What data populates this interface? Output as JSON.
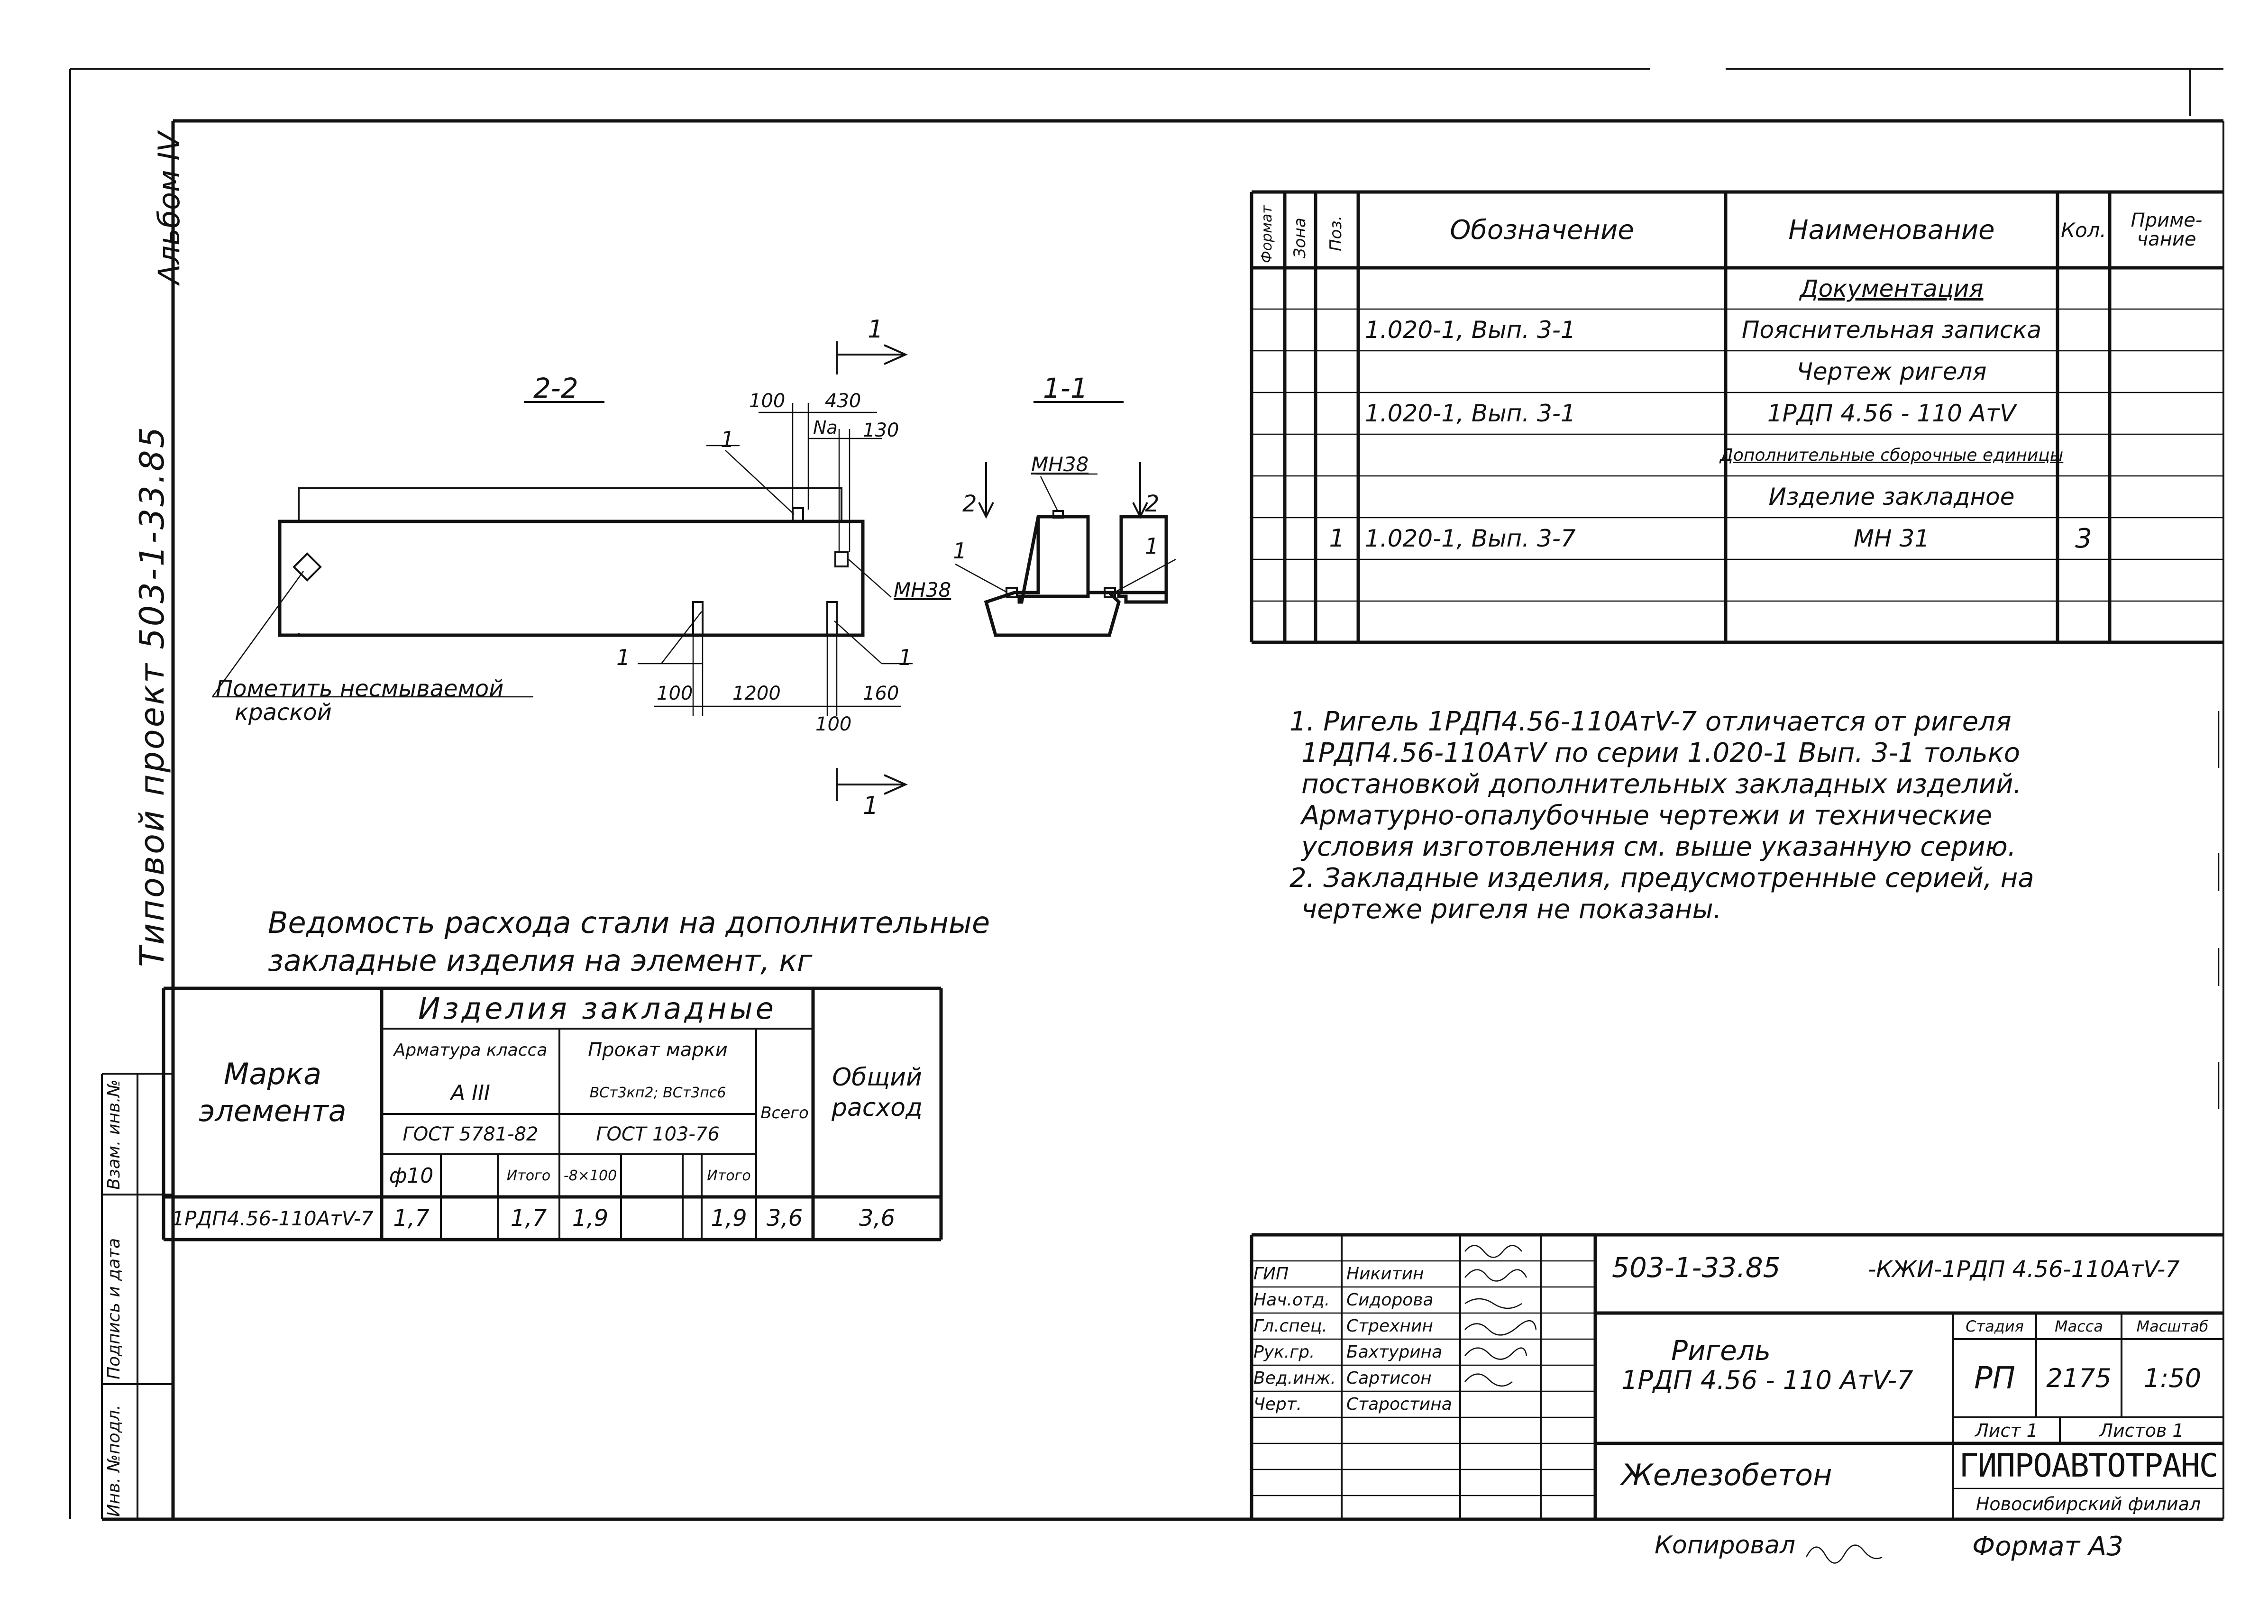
{
  "margin": {
    "album": "Альбом IV",
    "project": "Типовой проект 503-1-33.85",
    "inv_podl": "Инв. №подл.",
    "podpis_data": "Подпись и дата",
    "vzam_inv": "Взам. инв.№"
  },
  "drawing": {
    "section_2_2": "2-2",
    "section_1_1": "1-1",
    "cut_mark_1_top": "1",
    "cut_mark_1_bottom": "1",
    "cut_mark_2_left": "2",
    "cut_mark_2_right": "2",
    "pos_1_a": "1",
    "pos_1_b": "1",
    "pos_1_c": "1",
    "pos_1_d": "1",
    "pos_1_e": "1",
    "dim_100_top": "100",
    "dim_430": "430",
    "dim_na": "Na",
    "dim_130": "130",
    "dim_100_bl": "100",
    "dim_1200": "1200",
    "dim_160": "160",
    "dim_100_br": "100",
    "mh38_a": "МН38",
    "mh38_b": "МН38",
    "note_paint_1": "Пометить несмываемой",
    "note_paint_2": "краской"
  },
  "spec": {
    "headers": {
      "format": "Формат",
      "zone": "Зона",
      "pos": "Поз.",
      "designation": "Обозначение",
      "name": "Наименование",
      "qty": "Кол.",
      "note": "Приме- чание"
    },
    "rows": [
      {
        "pos": "",
        "designation": "",
        "name": "Документация",
        "qty": "",
        "underline": true
      },
      {
        "pos": "",
        "designation": "1.020-1, Вып. 3-1",
        "name": "Пояснительная записка",
        "qty": "",
        "underline": false
      },
      {
        "pos": "",
        "designation": "",
        "name": "Чертеж ригеля",
        "qty": "",
        "underline": false
      },
      {
        "pos": "",
        "designation": "1.020-1, Вып. 3-1",
        "name": "1РДП 4.56 - 110 АтV",
        "qty": "",
        "underline": false
      },
      {
        "pos": "",
        "designation": "",
        "name": "Дополнительные сборочные единицы",
        "qty": "",
        "underline": true
      },
      {
        "pos": "",
        "designation": "",
        "name": "Изделие закладное",
        "qty": "",
        "underline": false
      },
      {
        "pos": "1",
        "designation": "1.020-1, Вып. 3-7",
        "name": "МН 31",
        "qty": "3",
        "underline": false
      },
      {
        "pos": "",
        "designation": "",
        "name": "",
        "qty": "",
        "underline": false
      },
      {
        "pos": "",
        "designation": "",
        "name": "",
        "qty": "",
        "underline": false
      }
    ]
  },
  "notes": [
    "1. Ригель 1РДП4.56-110АтV-7 отличается от ригеля",
    "1РДП4.56-110АтV по серии 1.020-1 Вып. 3-1 только",
    "постановкой дополнительных закладных изделий.",
    "Арматурно-опалубочные чертежи и технические",
    "условия изготовления см. выше указанную серию.",
    "2. Закладные изделия, предусмотренные серией, на",
    "чертеже ригеля не показаны."
  ],
  "steel": {
    "title_1": "Ведомость расхода стали на дополнительные",
    "title_2": "закладные изделия на элемент, кг",
    "h_mark": "Марка элемента",
    "h_items": "Изделия закладные",
    "h_rebar": "Арматура класса",
    "h_rebar_class": "А III",
    "h_rebar_gost": "ГОСТ 5781-82",
    "h_rolled": "Прокат марки",
    "h_rolled_grade": "ВСт3кп2; ВСт3пс6",
    "h_rolled_gost": "ГОСТ 103-76",
    "h_total": "Всего",
    "h_overall": "Общий расход",
    "h_phi10": "ф10",
    "h_itogo1": "Итого",
    "h_8x100": "-8×100",
    "h_itogo2": "Итого",
    "row": {
      "mark": "1РДП4.56-110АтV-7",
      "phi10": "1,7",
      "itogo1": "1,7",
      "s8x100": "1,9",
      "itogo2": "1,9",
      "total": "3,6",
      "overall": "3,6"
    }
  },
  "title_block": {
    "roles": [
      "ГИП",
      "Нач.отд.",
      "Гл.спец.",
      "Рук.гр.",
      "Вед.инж.",
      "Черт."
    ],
    "names": [
      "Никитин",
      "Сидорова",
      "Стрехнин",
      "Бахтурина",
      "Сартисон",
      "Старостина"
    ],
    "doc_code": "503-1-33.85",
    "doc_suffix": "-КЖИ-1РДП 4.56-110АтV-7",
    "element_1": "Ригель",
    "element_2": "1РДП 4.56 - 110 АтV-7",
    "material": "Железобетон",
    "stage_label": "Стадия",
    "mass_label": "Масса",
    "scale_label": "Масштаб",
    "stage": "РП",
    "mass": "2175",
    "scale": "1:50",
    "sheet": "Лист 1",
    "sheets": "Листов 1",
    "org": "ГИПРОАВТОТРАНС",
    "branch": "Новосибирский филиал",
    "copied": "Копировал",
    "format": "Формат А3"
  }
}
